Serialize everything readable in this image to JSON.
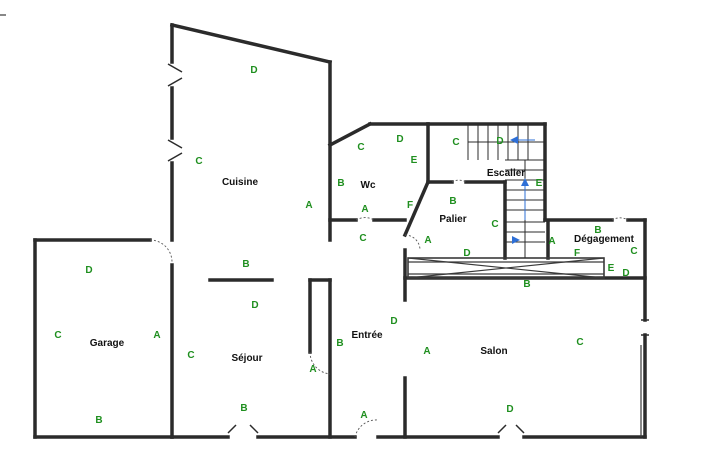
{
  "rooms": {
    "cuisine": "Cuisine",
    "wc": "Wc",
    "escalier": "Escalier",
    "palier": "Palier",
    "degagement": "Dégagement",
    "garage": "Garage",
    "sejour": "Séjour",
    "entree": "Entrée",
    "salon": "Salon"
  },
  "wall_labels": {
    "cuisine_top": "D",
    "cuisine_left": "C",
    "cuisine_right": "A",
    "cuisine_bottom": "B",
    "wc_top": "C",
    "wc_topright": "D",
    "wc_right": "E",
    "wc_left": "B",
    "wc_bottom": "A",
    "wc_f": "F",
    "wc_c2": "C",
    "escalier_c": "C",
    "escalier_d": "D",
    "escalier_e": "E",
    "palier_b": "B",
    "palier_c": "C",
    "palier_a": "A",
    "palier_d": "D",
    "palier_a2": "A",
    "degagement_b": "B",
    "degagement_c": "C",
    "degagement_f": "F",
    "degagement_e": "E",
    "degagement_d": "D",
    "landing_b": "B",
    "garage_d": "D",
    "garage_c": "C",
    "garage_a": "A",
    "garage_b": "B",
    "sejour_d": "D",
    "sejour_c": "C",
    "sejour_a": "A",
    "sejour_b": "B",
    "entree_d": "D",
    "entree_b": "B",
    "entree_a": "A",
    "salon_a": "A",
    "salon_c": "C",
    "salon_d": "D"
  }
}
